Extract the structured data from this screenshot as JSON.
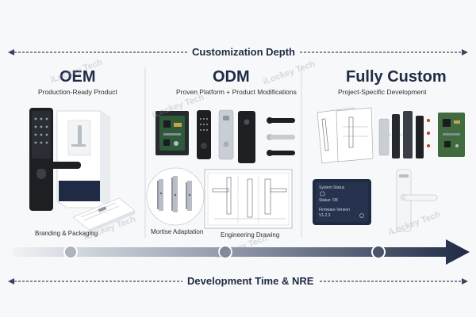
{
  "top_axis": {
    "title": "Customization Depth"
  },
  "columns": [
    {
      "title": "OEM",
      "subtitle": "Production-Ready Product",
      "captions": [
        "Branding & Packaging"
      ]
    },
    {
      "title": "ODM",
      "subtitle": "Proven Platform + Product Modifications",
      "captions": [
        "Mortise Adaptation",
        "Engineering Drawing"
      ]
    },
    {
      "title": "Fully Custom",
      "subtitle": "Project-Specific Development",
      "captions": []
    }
  ],
  "screen": {
    "line1": "System Status",
    "line2": "Status: OK",
    "line3": "Firmware Version",
    "line4": "V1.2.3"
  },
  "watermark": "iLockey Tech",
  "bottom_axis": {
    "title": "Development Time & NRE"
  },
  "colors": {
    "navy": "#1f2a44",
    "accent": "#27324f",
    "lock_black": "#1d1f23",
    "background": "#f7f8f9"
  }
}
